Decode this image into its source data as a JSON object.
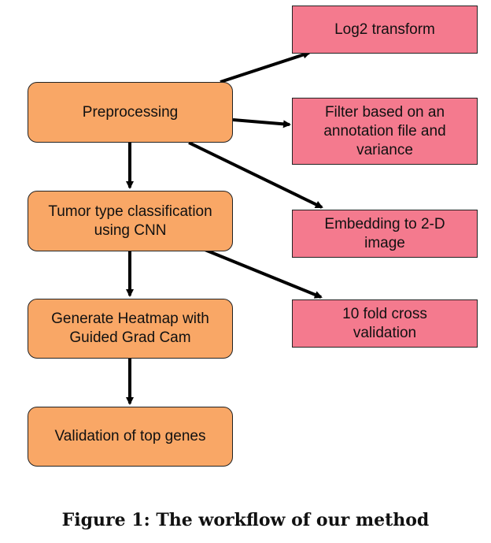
{
  "steps": {
    "preprocessing": "Preprocessing",
    "classification": "Tumor type classification\nusing CNN",
    "heatmap": "Generate Heatmap with\nGuided Grad Cam",
    "validation": "Validation of top genes"
  },
  "details": {
    "log2": "Log2 transform",
    "filter": "Filter based on an\nannotation file and\nvariance",
    "embedding": "Embedding to 2-D\nimage",
    "crossval": "10 fold cross\nvalidation"
  },
  "caption": "Figure 1: The workflow of our method",
  "colors": {
    "step_fill": "#f9a766",
    "detail_fill": "#f47a8e",
    "arrow": "#000000"
  }
}
